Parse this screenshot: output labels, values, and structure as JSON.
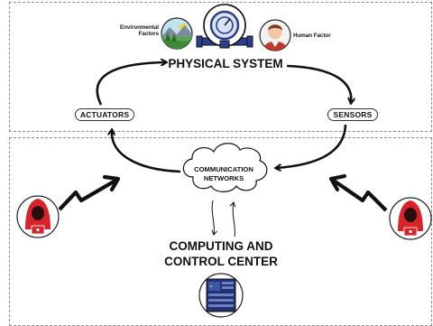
{
  "diagram": {
    "physical_system_title": "PHYSICAL SYSTEM",
    "environmental_factors_label": "Environmental Factors",
    "human_factor_label": "Human Factor",
    "actuators_label": "ACTUATORS",
    "sensors_label": "SENSORS",
    "communication_label": "COMMUNICATION NETWORKS",
    "computing_title": "COMPUTING AND CONTROL CENTER"
  },
  "icons": {
    "environment": "landscape-icon",
    "system": "gauge-pipe-icon",
    "human": "person-icon",
    "attacker": "hooded-hacker-icon",
    "server": "server-rack-icon"
  },
  "colors": {
    "hacker_red": "#d7242b",
    "server_navy": "#23306e",
    "gauge_blue": "#2b3f8c",
    "landscape_green": "#5ca84a"
  }
}
